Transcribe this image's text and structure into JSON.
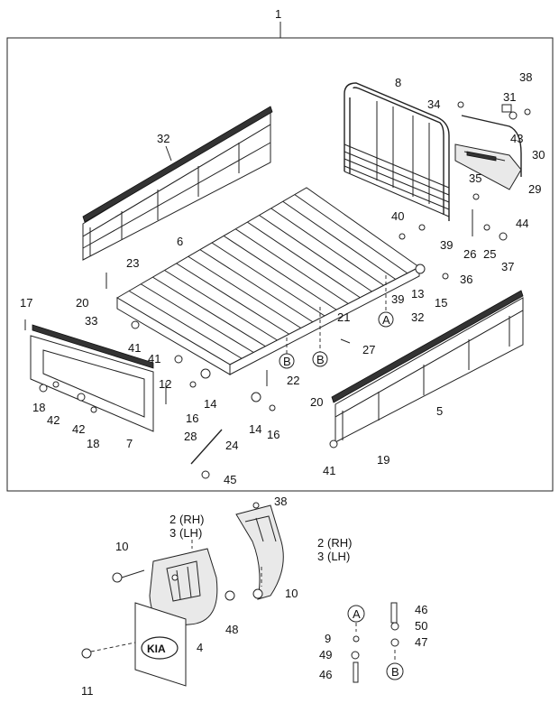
{
  "diagram": {
    "callouts": {
      "c1": "1",
      "c2": "2",
      "c3": "3",
      "c4": "4",
      "c5": "5",
      "c6": "6",
      "c7": "7",
      "c8": "8",
      "c9": "9",
      "c10": "10",
      "c11": "11",
      "c12": "12",
      "c13": "13",
      "c14": "14",
      "c15": "15",
      "c16": "16",
      "c17": "17",
      "c18": "18",
      "c19": "19",
      "c20": "20",
      "c21": "21",
      "c22": "22",
      "c23": "23",
      "c24": "24",
      "c25": "25",
      "c26": "26",
      "c27": "27",
      "c28": "28",
      "c29": "29",
      "c30": "30",
      "c31": "31",
      "c32": "32",
      "c33": "33",
      "c34": "34",
      "c35": "35",
      "c36": "36",
      "c37": "37",
      "c38": "38",
      "c39": "39",
      "c40": "40",
      "c41": "41",
      "c42": "42",
      "c43": "43",
      "c44": "44",
      "c45": "45",
      "c46": "46",
      "c47": "47",
      "c48": "48",
      "c49": "49",
      "c50": "50",
      "rh": "(RH)",
      "lh": "(LH)",
      "ref_a": "A",
      "ref_b": "B"
    },
    "logo_text": "KIA"
  }
}
